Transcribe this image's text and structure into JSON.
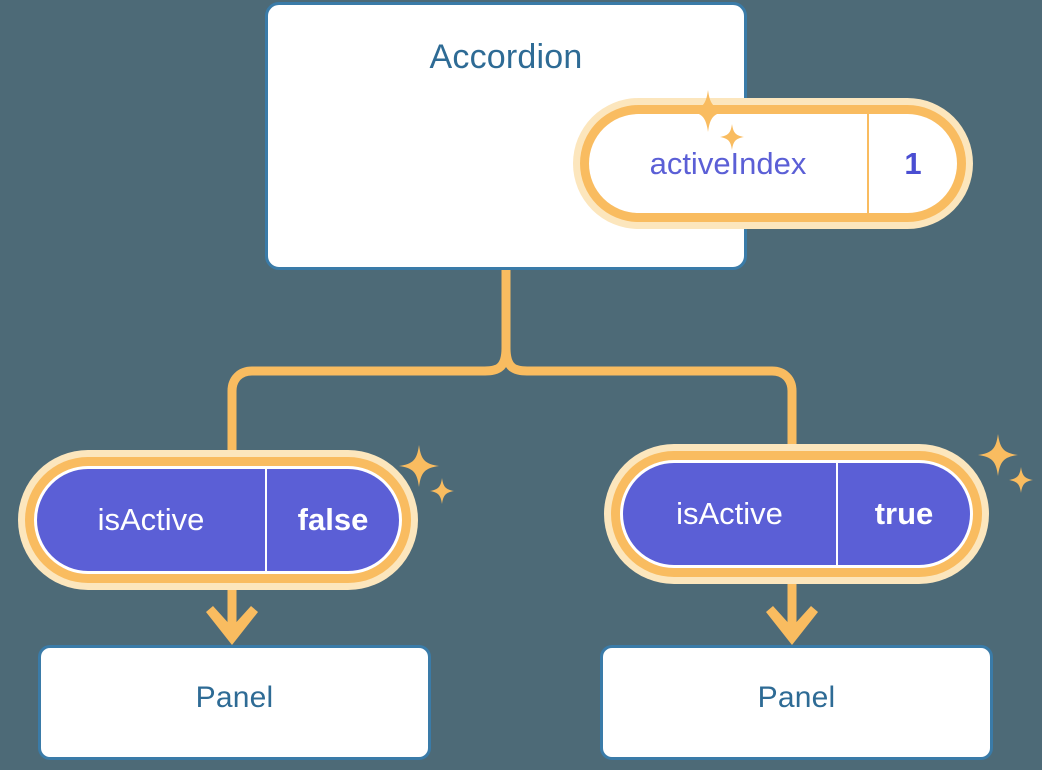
{
  "theme": {
    "background": "#4d6a77",
    "card_border": "#3a7ba8",
    "title_text": "#2e6b95",
    "accent_orange": "#f9bc60",
    "accent_orange_soft": "#fce6bd",
    "purple": "#5b5fd6",
    "purple_value_text": "#4a4ed2",
    "white": "#ffffff"
  },
  "diagram": {
    "type": "component-tree",
    "root": {
      "title": "Accordion",
      "state_pill": {
        "key": "activeIndex",
        "value": "1",
        "style": "white"
      }
    },
    "branches": [
      {
        "id": "left",
        "prop_pill": {
          "key": "isActive",
          "value": "false",
          "style": "purple"
        },
        "child": {
          "title": "Panel"
        }
      },
      {
        "id": "right",
        "prop_pill": {
          "key": "isActive",
          "value": "true",
          "style": "purple"
        },
        "child": {
          "title": "Panel"
        }
      }
    ]
  },
  "decorations": {
    "sparkle_groups": [
      {
        "name": "sparkles-accordion-pill"
      },
      {
        "name": "sparkles-left-pill"
      },
      {
        "name": "sparkles-right-pill"
      }
    ]
  }
}
